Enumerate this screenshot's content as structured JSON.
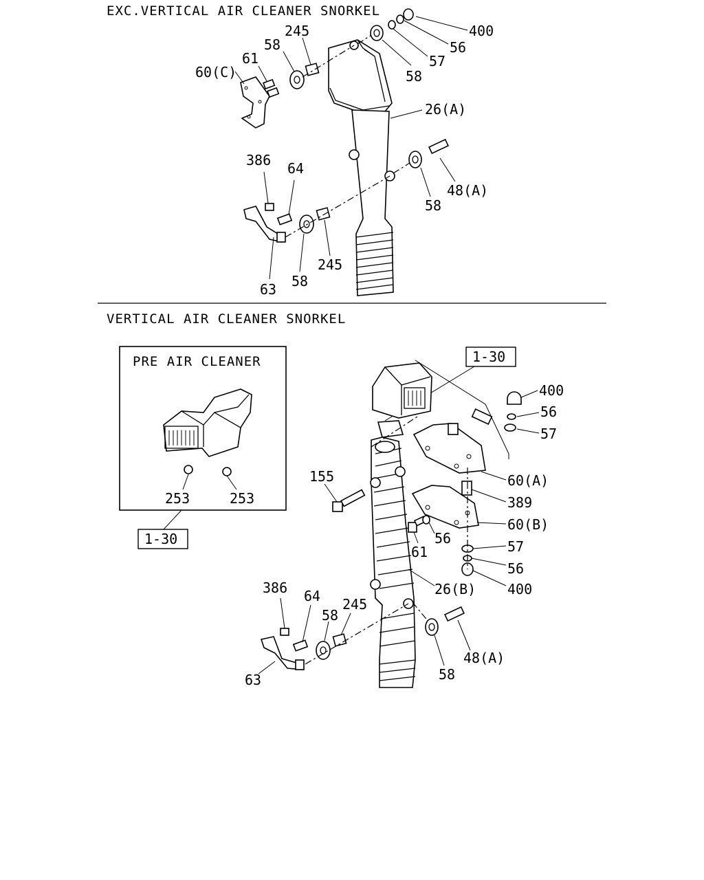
{
  "sections": [
    {
      "title": "EXC.VERTICAL AIR CLEANER SNORKEL"
    },
    {
      "title": "VERTICAL AIR CLEANER SNORKEL"
    }
  ],
  "inset": {
    "title": "PRE AIR CLEANER"
  },
  "refs": [
    "1-30",
    "1-30"
  ],
  "top_labels": [
    "245",
    "400",
    "58",
    "56",
    "61",
    "57",
    "60(C)",
    "58",
    "26(A)",
    "386",
    "64",
    "48(A)",
    "58",
    "58",
    "245",
    "63"
  ],
  "bottom_labels": [
    "400",
    "56",
    "57",
    "155",
    "60(A)",
    "389",
    "60(B)",
    "56",
    "61",
    "57",
    "56",
    "400",
    "26(B)",
    "386",
    "64",
    "245",
    "58",
    "48(A)",
    "63",
    "58",
    "253",
    "253"
  ]
}
